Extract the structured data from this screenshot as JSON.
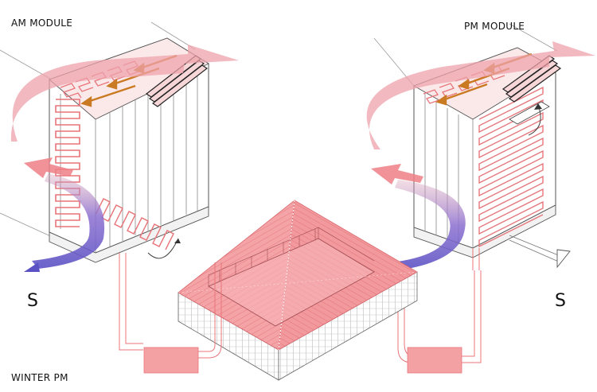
{
  "labels": {
    "am_module": "AM MODULE",
    "pm_module": "PM MODULE",
    "winter_pm": "WINTER PM",
    "south_left": "S",
    "south_right": "S"
  },
  "colors": {
    "heat": "#e8757a",
    "heat_fill": "#f4a1a4",
    "warm_air": "#eda3ab",
    "cool_air": "#7b64c8",
    "orange_arrow": "#c97a22",
    "line": "#6f6f6f",
    "ground_line": "#9c9c9c"
  },
  "icons": {
    "airflow": "curved-arrow",
    "rotation": "rotation-arrow",
    "flow": "flow-arrow"
  }
}
